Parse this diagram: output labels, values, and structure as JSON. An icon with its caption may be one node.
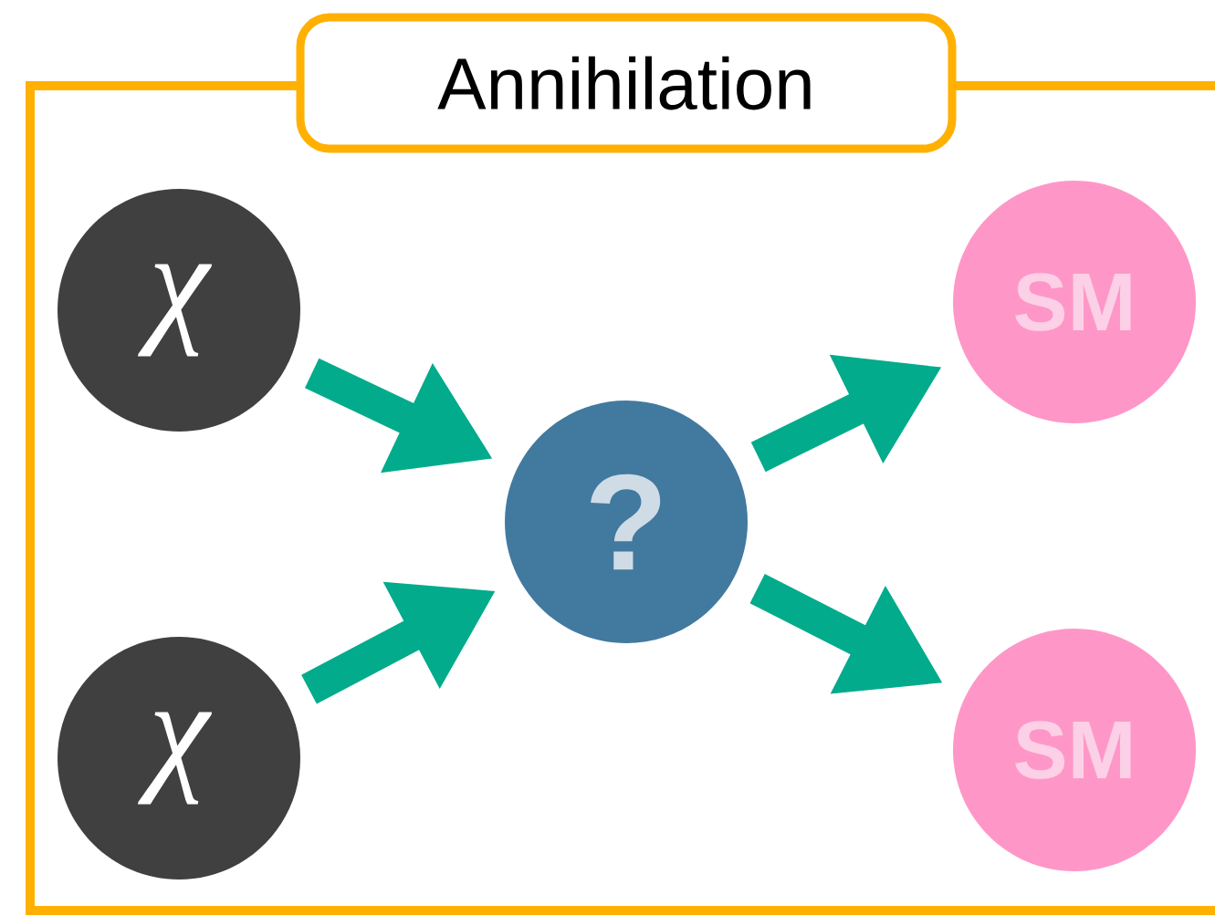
{
  "diagram": {
    "title": "Annihilation",
    "nodes": [
      {
        "text": [
          "χ"
        ]
      },
      {
        "text": [
          "χ"
        ]
      },
      {
        "text": [
          "?"
        ]
      },
      {
        "text": [
          "SM"
        ]
      },
      {
        "text": [
          "SM"
        ]
      }
    ],
    "edges": [
      {
        "from": 0,
        "to": 2,
        "arrow": "to"
      },
      {
        "from": 1,
        "to": 2,
        "arrow": "to"
      },
      {
        "from": 2,
        "to": 3,
        "arrow": "to"
      },
      {
        "from": 2,
        "to": 4,
        "arrow": "to"
      }
    ]
  }
}
